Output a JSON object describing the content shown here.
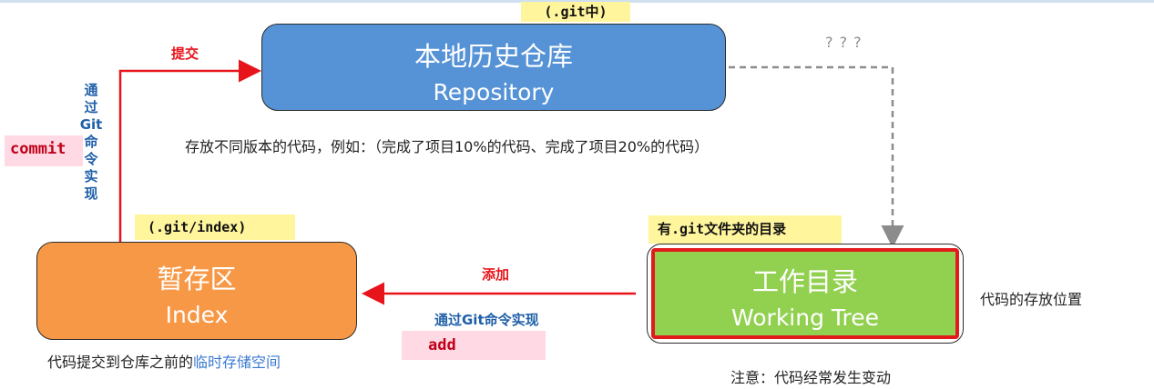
{
  "labels": {
    "git_dir": "(.git中)",
    "git_index": "(.git/index)",
    "working_dir_note": "有.git文件夹的目录",
    "commit_cmd": "commit",
    "add_cmd": "add",
    "question": "? ? ?"
  },
  "repository": {
    "title": "本地历史仓库",
    "subtitle": "Repository",
    "caption": "存放不同版本的代码，例如：（完成了项目10%的代码、完成了项目20%的代码）"
  },
  "index": {
    "title": "暂存区",
    "subtitle": "Index",
    "caption_prefix": "代码提交到仓库之前的",
    "caption_highlight": "临时存储空间"
  },
  "working_tree": {
    "title": "工作目录",
    "subtitle": "Working Tree",
    "side_caption": "代码的存放位置",
    "bottom_caption": "注意：代码经常发生变动"
  },
  "arrows": {
    "commit_label": "提交",
    "commit_via": [
      "通",
      "过",
      "Git",
      "命",
      "令",
      "实",
      "现"
    ],
    "add_label": "添加",
    "add_via": "通过Git命令实现"
  },
  "colors": {
    "repository": "#5592d6",
    "index": "#f79846",
    "working_tree": "#92d050",
    "working_border": "#e11b1b",
    "red_label": "#e8141b",
    "blue_label": "#1f5fa8",
    "highlight_caption": "#3a7ad1"
  }
}
